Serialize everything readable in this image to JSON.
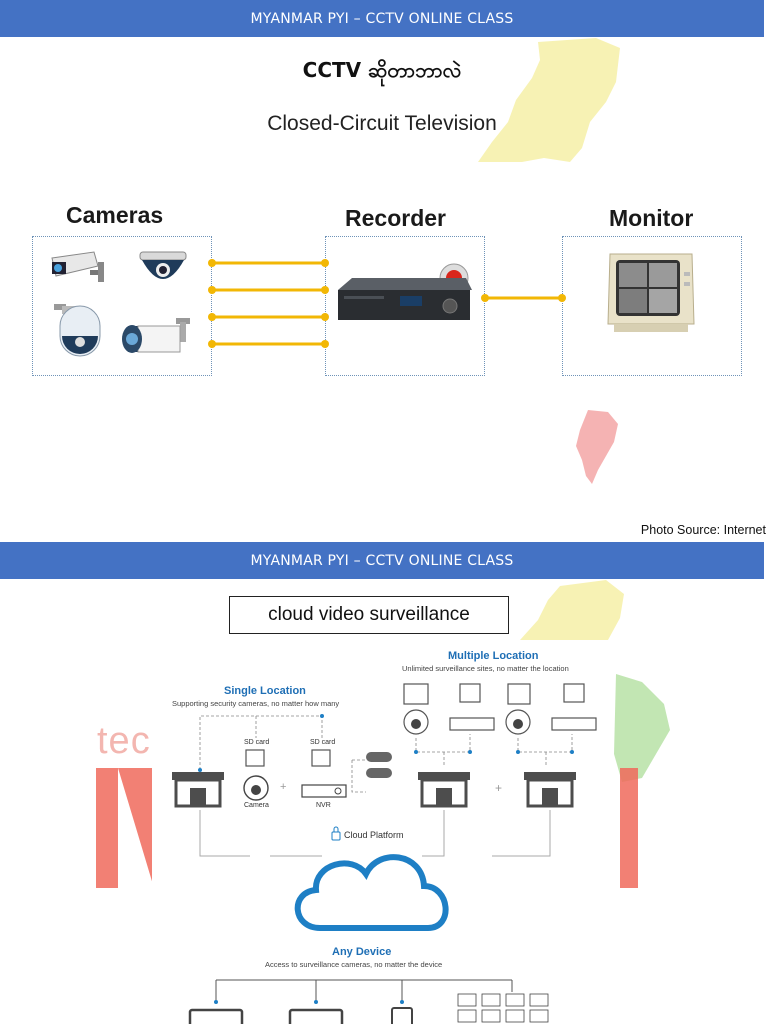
{
  "slide1": {
    "header": "MYANMAR PYI – CCTV ONLINE CLASS",
    "title": "CCTV ဆိုတာဘာလဲ",
    "subtitle": "Closed-Circuit Television",
    "diagram": {
      "cameras_label": "Cameras",
      "recorder_label": "Recorder",
      "monitor_label": "Monitor"
    },
    "photo_source": "Photo Source: Internet"
  },
  "slide2": {
    "header": "MYANMAR PYI – CCTV ONLINE CLASS",
    "title": "cloud video surveillance",
    "watermark": "tec",
    "infographic": {
      "single_location_title": "Single Location",
      "single_location_sub": "Supporting security cameras, no matter how many",
      "multiple_location_title": "Multiple Location",
      "multiple_location_sub": "Unlimited surveillance sites, no matter the location",
      "sd_card_1": "SD card",
      "sd_card_2": "SD card",
      "camera_label": "Camera",
      "nvr_label": "NVR",
      "cloud_platform_label": "Cloud Platform",
      "any_device_title": "Any Device",
      "any_device_sub": "Access to surveillance cameras, no matter the device",
      "plus_sign": "+"
    }
  },
  "colors": {
    "header_blue": "#4472c4",
    "cable_yellow": "#f2b705",
    "cloud_blue": "#1e7fc5",
    "map_yellow": "#f6f0a8",
    "map_pink": "#f4a6a6",
    "map_green": "#b8e2a6"
  }
}
